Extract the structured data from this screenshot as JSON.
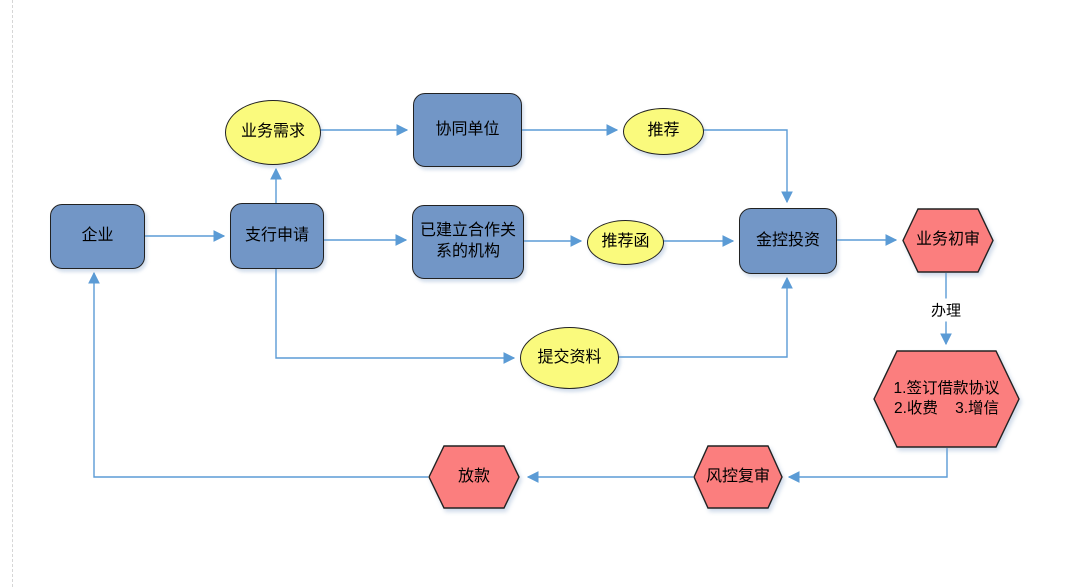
{
  "colors": {
    "node_blue": "#7296C6",
    "node_yellow": "#FAFA7D",
    "node_red": "#FB7E7E",
    "outline": "#222222",
    "connector_blue": "#5B9BD5"
  },
  "nodes": {
    "enterprise": {
      "label": "企业",
      "shape": "rounded-rect",
      "color": "blue"
    },
    "branch_application": {
      "label": "支行申请",
      "shape": "rounded-rect",
      "color": "blue"
    },
    "business_demand": {
      "label": "业务需求",
      "shape": "ellipse",
      "color": "yellow"
    },
    "collaborating_unit": {
      "label": "协同单位",
      "shape": "rounded-rect",
      "color": "blue"
    },
    "recommend": {
      "label": "推荐",
      "shape": "ellipse",
      "color": "yellow"
    },
    "established_partner": {
      "label": "已建立合作关系的机构",
      "shape": "rounded-rect",
      "color": "blue"
    },
    "recommendation_letter": {
      "label": "推荐函",
      "shape": "ellipse",
      "color": "yellow"
    },
    "jinkong_investment": {
      "label": "金控投资",
      "shape": "rounded-rect",
      "color": "blue"
    },
    "business_initial_review": {
      "label": "业务初审",
      "shape": "hexagon",
      "color": "red"
    },
    "sign_agreement": {
      "label_line1": "1.签订借款协议",
      "label_line2": "2.收费    3.增信",
      "shape": "hexagon",
      "color": "red"
    },
    "risk_control_review": {
      "label": "风控复审",
      "shape": "hexagon",
      "color": "red"
    },
    "loan_disbursement": {
      "label": "放款",
      "shape": "hexagon",
      "color": "red"
    },
    "submit_materials": {
      "label": "提交资料",
      "shape": "ellipse",
      "color": "yellow"
    }
  },
  "edges": [
    {
      "from": "enterprise",
      "to": "branch_application",
      "label": ""
    },
    {
      "from": "branch_application",
      "to": "business_demand",
      "label": ""
    },
    {
      "from": "business_demand",
      "to": "collaborating_unit",
      "label": ""
    },
    {
      "from": "collaborating_unit",
      "to": "recommend",
      "label": ""
    },
    {
      "from": "recommend",
      "to": "jinkong_investment",
      "label": ""
    },
    {
      "from": "branch_application",
      "to": "established_partner",
      "label": ""
    },
    {
      "from": "branch_application",
      "to": "submit_materials",
      "label": ""
    },
    {
      "from": "submit_materials",
      "to": "jinkong_investment",
      "label": ""
    },
    {
      "from": "established_partner",
      "to": "recommendation_letter",
      "label": ""
    },
    {
      "from": "recommendation_letter",
      "to": "jinkong_investment",
      "label": ""
    },
    {
      "from": "jinkong_investment",
      "to": "business_initial_review",
      "label": ""
    },
    {
      "from": "business_initial_review",
      "to": "sign_agreement",
      "label": "办理"
    },
    {
      "from": "sign_agreement",
      "to": "risk_control_review",
      "label": ""
    },
    {
      "from": "risk_control_review",
      "to": "loan_disbursement",
      "label": ""
    },
    {
      "from": "loan_disbursement",
      "to": "enterprise",
      "label": ""
    }
  ]
}
